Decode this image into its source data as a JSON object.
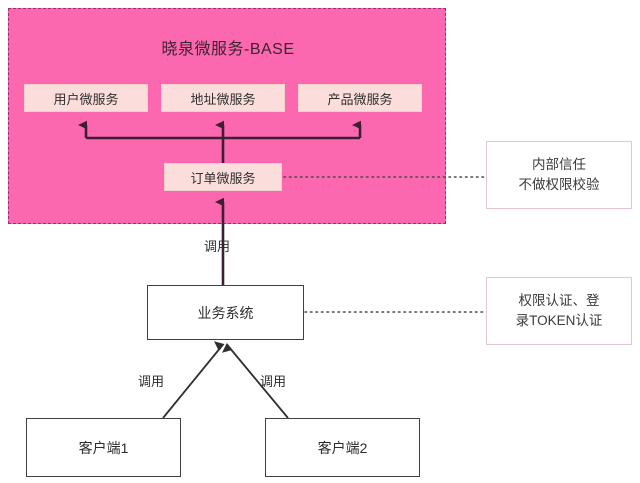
{
  "diagram": {
    "title_region": {
      "label": "晓泉微服务-BASE",
      "fill_color": "#fc68b0",
      "border_color": "#9b2f6e"
    },
    "services": [
      {
        "label": "用户微服务"
      },
      {
        "label": "地址微服务"
      },
      {
        "label": "产品微服务"
      }
    ],
    "order_service": {
      "label": "订单微服务"
    },
    "business_system": {
      "label": "业务系统"
    },
    "clients": [
      {
        "label": "客户端1"
      },
      {
        "label": "客户端2"
      }
    ],
    "edge_labels": {
      "call_to_order": "调用",
      "call_from_client1": "调用",
      "call_from_client2": "调用"
    },
    "notes": [
      {
        "line1": "内部信任",
        "line2": "不做权限校验"
      },
      {
        "line1": "权限认证、登",
        "line2": "录TOKEN认证"
      }
    ],
    "colors": {
      "pink": "#fc68b0",
      "service_fill": "#fbdedb",
      "arrow_dark": "#3d1f33",
      "line_black": "#404040",
      "note_border": "#e3c6d2"
    }
  }
}
